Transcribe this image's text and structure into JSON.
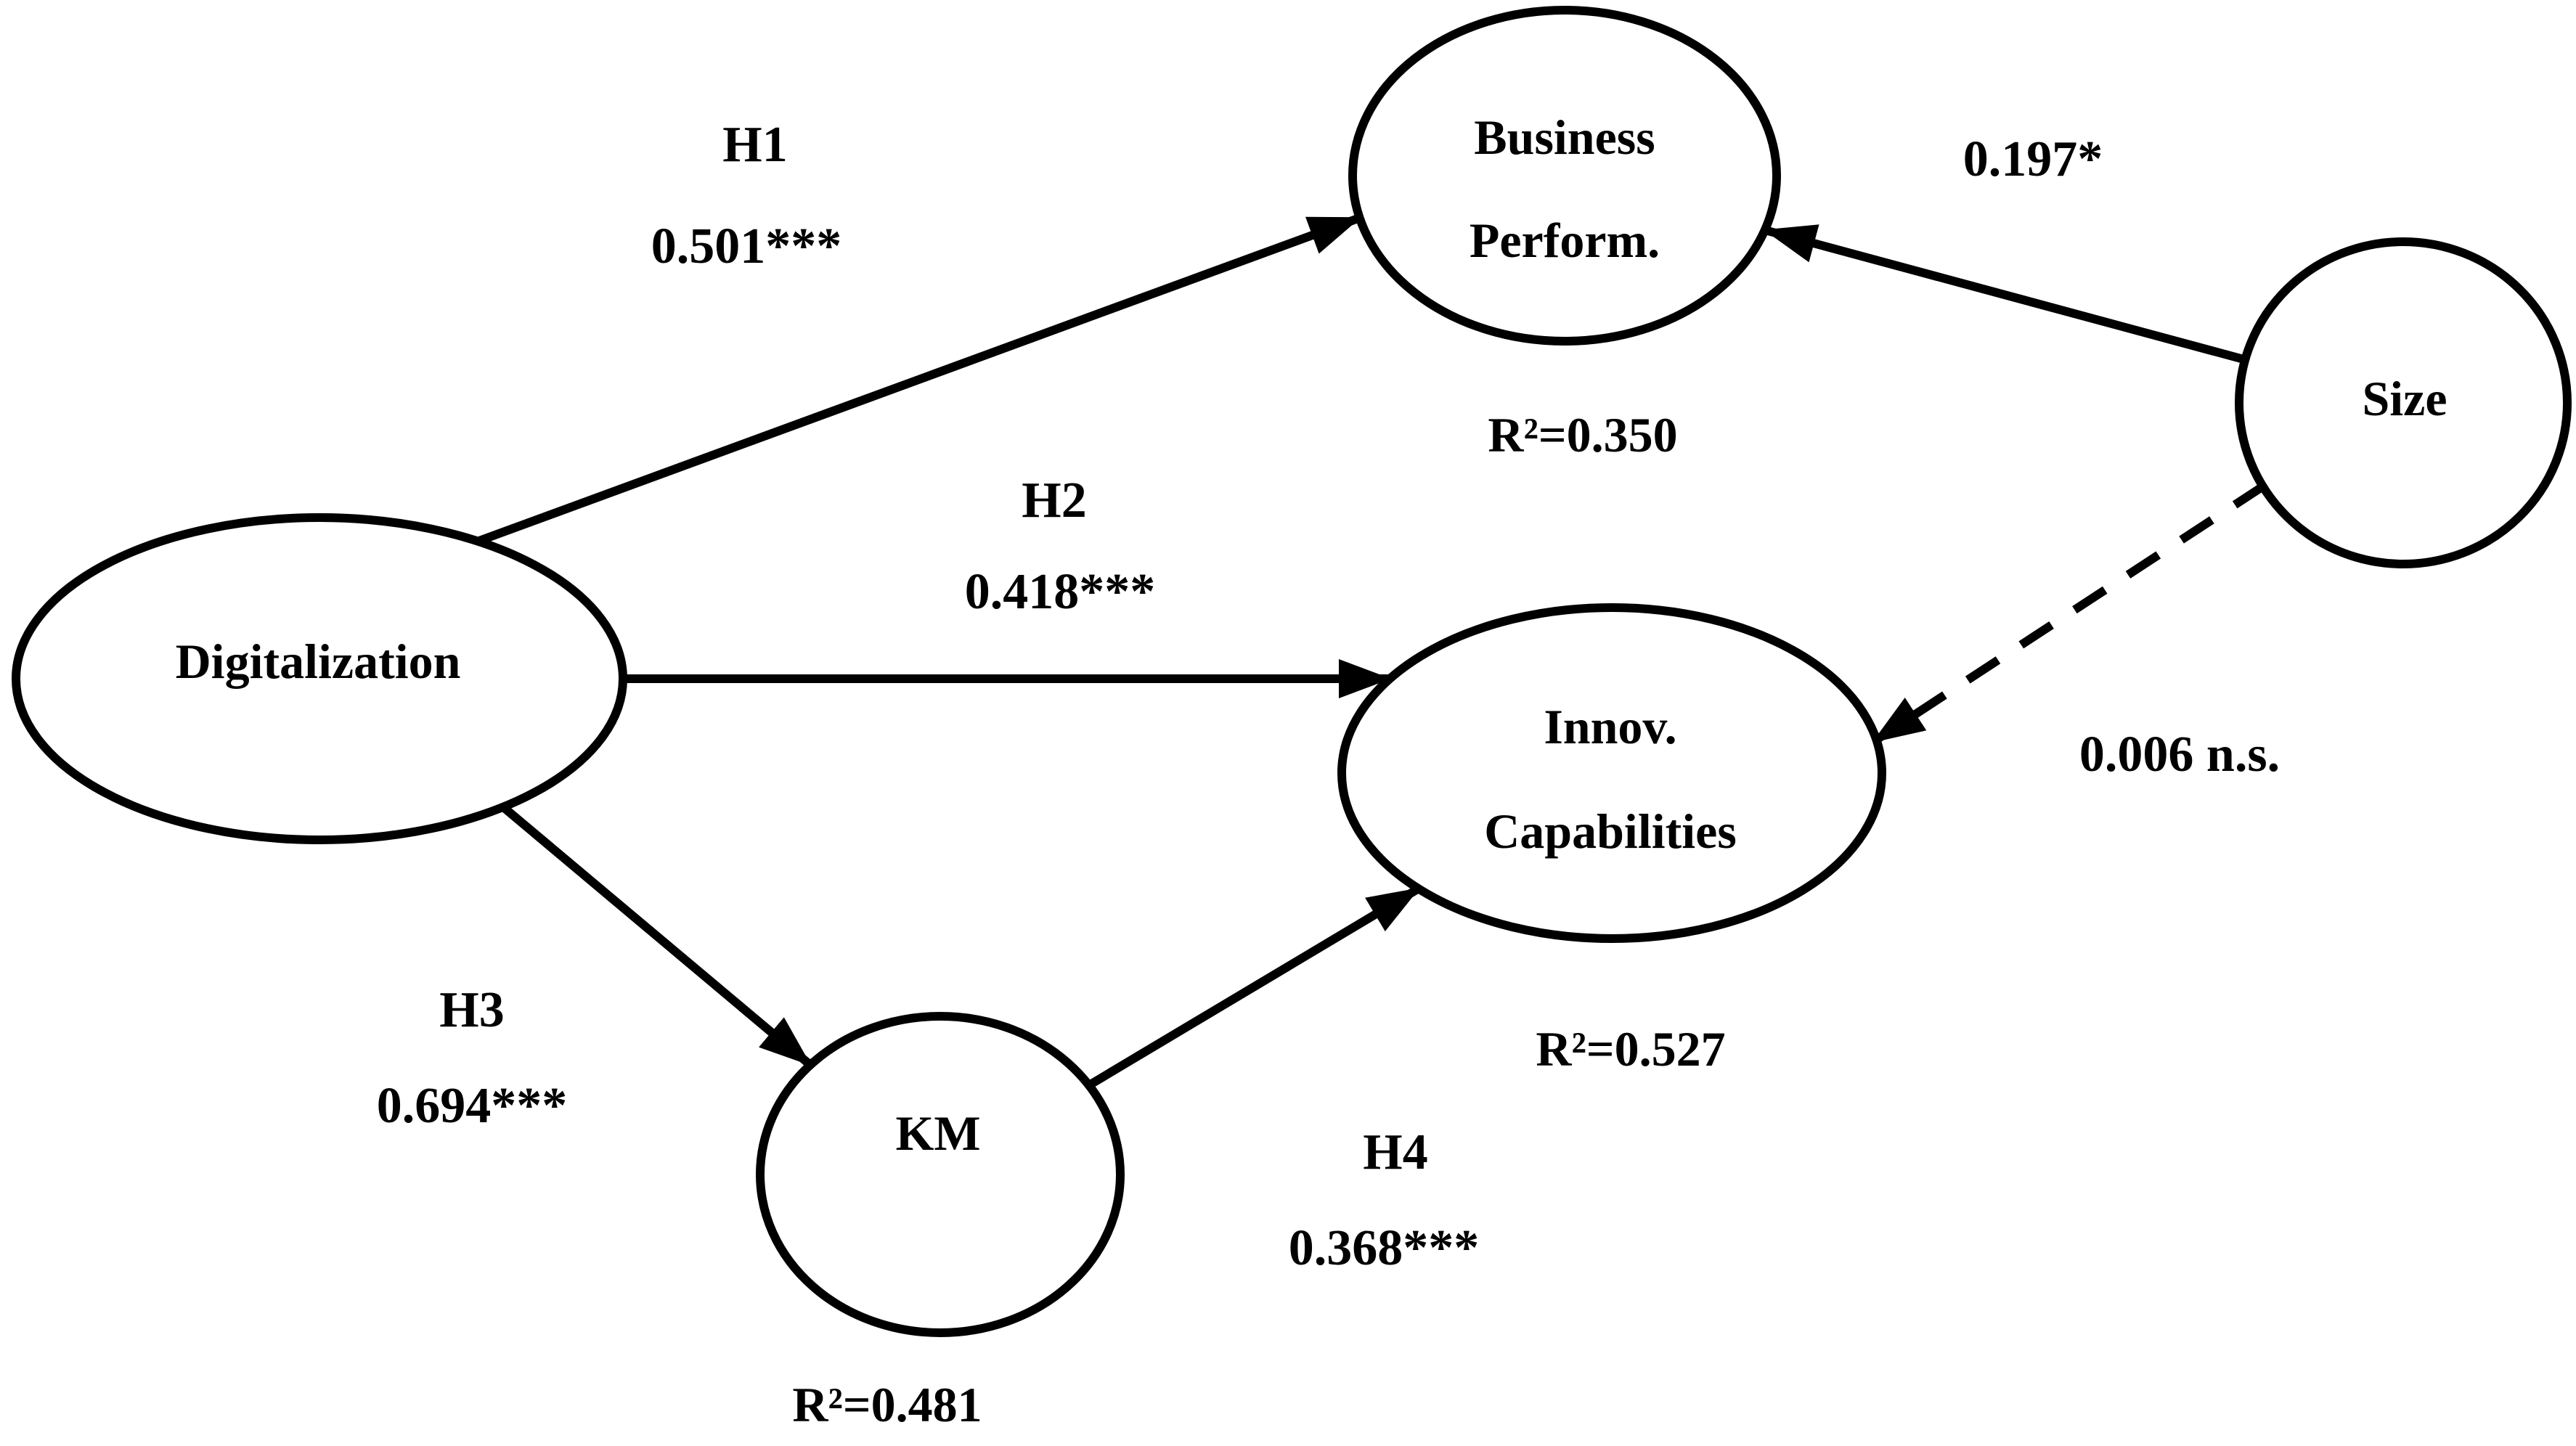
{
  "figure": {
    "type": "sem-path-diagram",
    "background": "#ffffff",
    "ink": "#000000"
  },
  "nodes": {
    "digitalization": {
      "label": "Digitalization"
    },
    "business_performance": {
      "line1": "Business",
      "line2": "Perform.",
      "r2": "R²=0.350"
    },
    "innovation_capabilities": {
      "line1": "Innov.",
      "line2": "Capabilities",
      "r2": "R²=0.527"
    },
    "km": {
      "label": "KM",
      "r2": "R²=0.481"
    },
    "size": {
      "label": "Size"
    }
  },
  "edges": {
    "h1": {
      "hypothesis": "H1",
      "coefficient": "0.501***",
      "from": "Digitalization",
      "to": "Business Perform.",
      "style": "solid"
    },
    "h2": {
      "hypothesis": "H2",
      "coefficient": "0.418***",
      "from": "Digitalization",
      "to": "Innov. Capabilities",
      "style": "solid"
    },
    "h3": {
      "hypothesis": "H3",
      "coefficient": "0.694***",
      "from": "Digitalization",
      "to": "KM",
      "style": "solid"
    },
    "h4": {
      "hypothesis": "H4",
      "coefficient": "0.368***",
      "from": "KM",
      "to": "Innov. Capabilities",
      "style": "solid"
    },
    "size_bp": {
      "coefficient": "0.197*",
      "from": "Size",
      "to": "Business Perform.",
      "style": "solid"
    },
    "size_innov": {
      "coefficient": "0.006 n.s.",
      "from": "Size",
      "to": "Innov. Capabilities",
      "style": "dashed"
    }
  }
}
